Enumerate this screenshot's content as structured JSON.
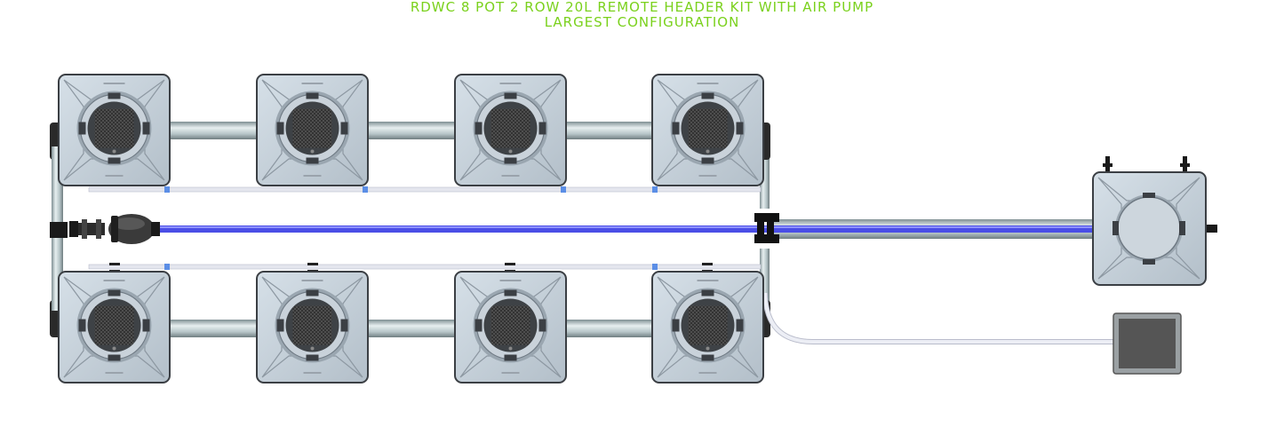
{
  "title": {
    "line1": "RDWC 8 POT 2 ROW 20L REMOTE HEADER KIT WITH AIR PUMP",
    "line2": "LARGEST CONFIGURATION"
  },
  "colors": {
    "title": "#7ad11c",
    "pot_body": "#c4cfd8",
    "pot_outline": "#3b3f44",
    "pipe": "#b9c9cc",
    "water_line": "#4a4ee6",
    "air_line": "#e4e6ee",
    "pump_body": "#6a6a6a"
  },
  "layout": {
    "rows": 2,
    "pots_per_row": 4,
    "grow_pots": [
      "pot-top-1",
      "pot-top-2",
      "pot-top-3",
      "pot-top-4",
      "pot-bottom-1",
      "pot-bottom-2",
      "pot-bottom-3",
      "pot-bottom-4"
    ],
    "header_tank": "header-tank",
    "air_pump": "air-pump",
    "water_pump": "water-pump-inline"
  }
}
